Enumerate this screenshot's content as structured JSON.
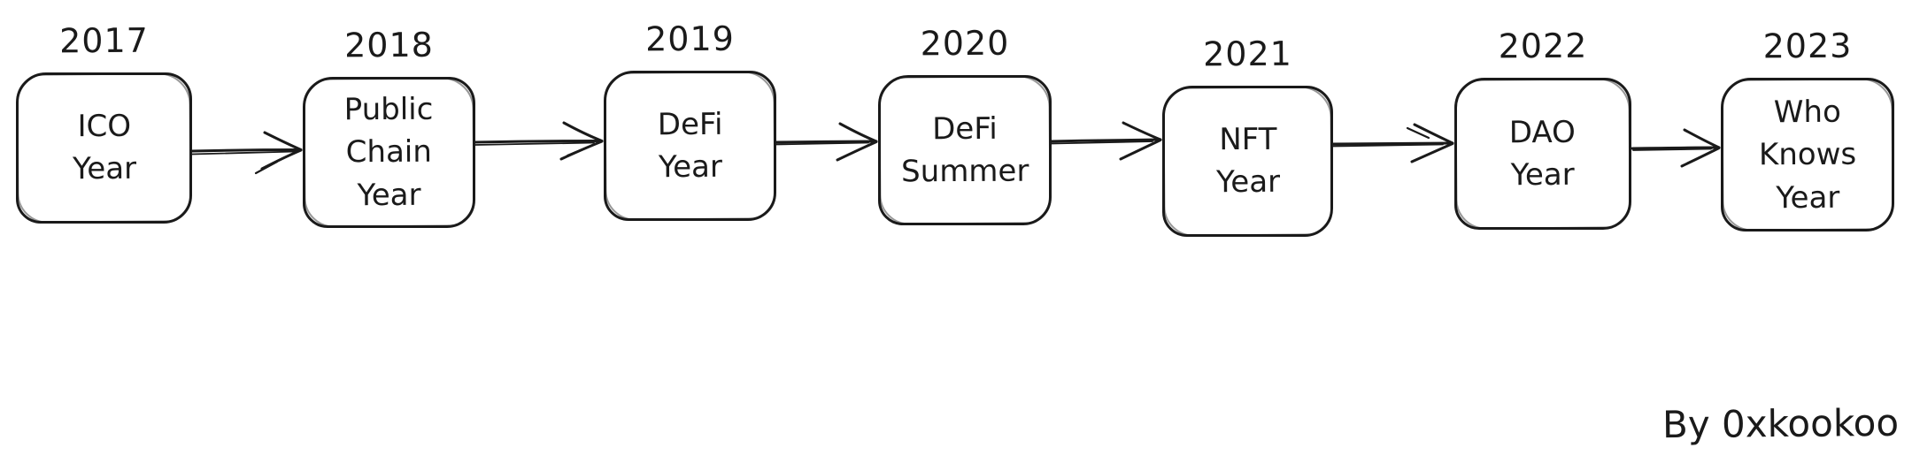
{
  "canvas": {
    "background": "#ffffff",
    "stroke_color": "#1a1a1a"
  },
  "timeline": {
    "nodes": [
      {
        "year": "2017",
        "label": "ICO\nYear"
      },
      {
        "year": "2018",
        "label": "Public\nChain\nYear"
      },
      {
        "year": "2019",
        "label": "DeFi\nYear"
      },
      {
        "year": "2020",
        "label": "DeFi\nSummer"
      },
      {
        "year": "2021",
        "label": "NFT\nYear"
      },
      {
        "year": "2022",
        "label": "DAO\nYear"
      },
      {
        "year": "2023",
        "label": "Who\nKnows\nYear"
      }
    ],
    "connector_icon": "arrow-right-icon"
  },
  "signature": {
    "text": "By 0xkookoo"
  }
}
